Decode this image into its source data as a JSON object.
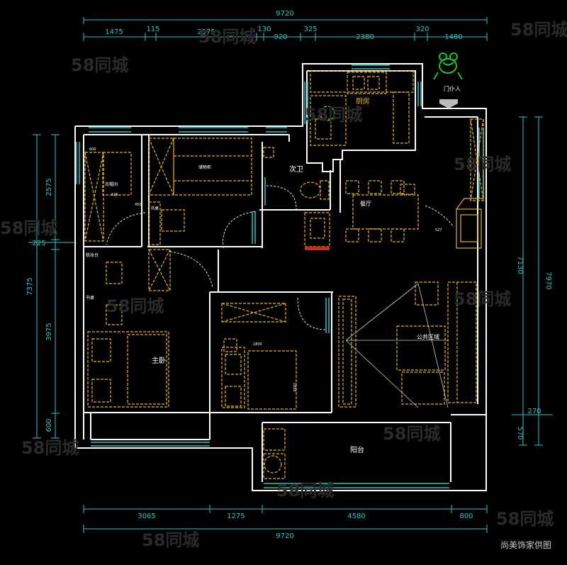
{
  "dimensions": {
    "top_total": "9720",
    "top_segments": [
      "1475",
      "115",
      "2575",
      "130",
      "920",
      "325",
      "2380",
      "320",
      "1480"
    ],
    "bottom_segments": [
      "3065",
      "1275",
      "4580",
      "800"
    ],
    "bottom_total": "9720",
    "left_outer": "7375",
    "left_segments": [
      "2575",
      "225",
      "3975",
      "600"
    ],
    "right_outer": "7970",
    "right_inner": "7130",
    "right_small": [
      "270",
      "570"
    ]
  },
  "rooms": {
    "kitchen": "厨房",
    "second_bath": "次卫",
    "dining": "餐厅",
    "living": "公共区域",
    "master_bedroom": "主卧",
    "balcony": "阳台",
    "entrance": "门仆人",
    "cloakroom": "衣帽间",
    "study_desk": "书桌",
    "vanity": "梳妆台",
    "wardrobe": "书桌",
    "storage": "储物柜"
  },
  "small_dims": {
    "d1": "600",
    "d2": "525",
    "d3": "450",
    "d4": "527",
    "d5": "1800",
    "d6": "1800"
  },
  "watermark": "58同城",
  "credit": "尚美饰家供图",
  "colors": {
    "wall": "#ffffff",
    "furniture": "#e6b422",
    "window": "#2ec4c4",
    "dimension": "#2ec4c4",
    "door": "#e0e0e0",
    "accent_red": "#d2291c",
    "logo_green": "#22c22a"
  }
}
